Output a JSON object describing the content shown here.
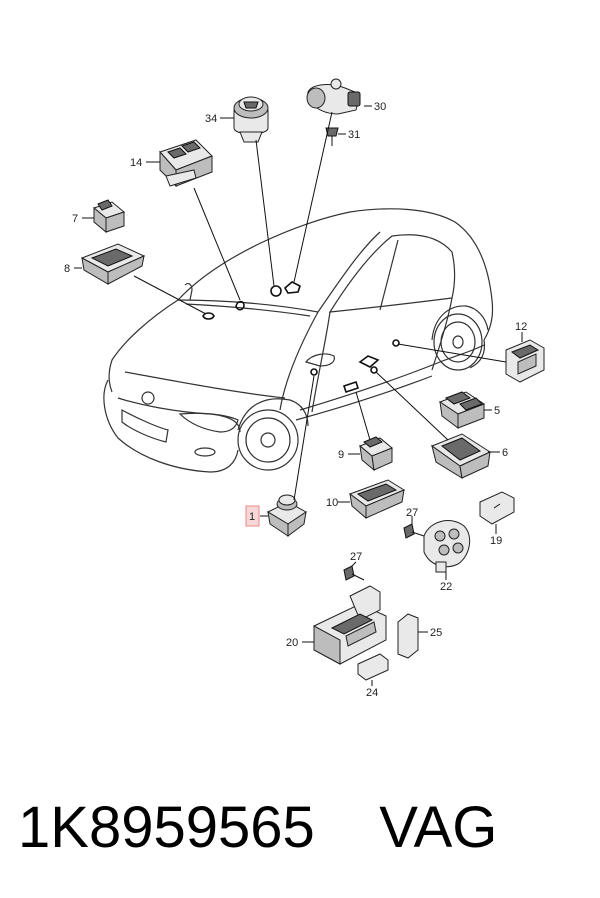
{
  "callouts": {
    "c1": "1",
    "c5": "5",
    "c6": "6",
    "c7": "7",
    "c8": "8",
    "c9": "9",
    "c10": "10",
    "c12": "12",
    "c14": "14",
    "c19": "19",
    "c20": "20",
    "c22": "22",
    "c24": "24",
    "c25": "25",
    "c27a": "27",
    "c27b": "27",
    "c30": "30",
    "c31": "31",
    "c34": "34"
  },
  "caption": {
    "part_number": "1K8959565",
    "brand": "VAG"
  },
  "colors": {
    "highlight_box": "#e88a8a",
    "line": "#111111"
  }
}
